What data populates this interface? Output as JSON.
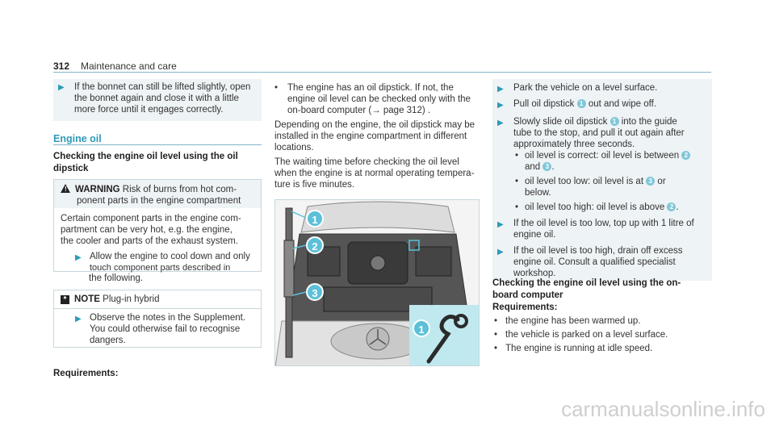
{
  "header": {
    "page_number": "312",
    "title": "Maintenance and care"
  },
  "col1": {
    "step_box_lines": [
      "If the bonnet can still be lifted slightly, open",
      "the bonnet again and close it with a little",
      "more force until it engages correctly."
    ],
    "section_title": "Engine oil",
    "subheading_lines": [
      "Checking the engine oil level using the oil",
      "dipstick"
    ],
    "warning": {
      "label": "WARNING",
      "title_lines": [
        "Risk of burns from hot com-",
        "ponent parts in the engine compartment"
      ],
      "body_lines": [
        "Certain component parts in the engine com-",
        "partment can be very hot, e.g. the engine,",
        "the cooler and parts of the exhaust system."
      ],
      "step_lines": [
        "Allow the engine to cool down and only",
        "touch component parts described in",
        "the following."
      ]
    },
    "note": {
      "label": "NOTE",
      "title": "Plug-in hybrid",
      "step_lines": [
        "Observe the notes in the Supplement.",
        "You could otherwise fail to recognise",
        "dangers."
      ]
    },
    "requirements_label": "Requirements:"
  },
  "col2": {
    "bullet_lines": [
      "The engine has an oil dipstick. If not, the",
      "engine oil level can be checked only with the",
      "on-board computer (→ page 312) ."
    ],
    "para1_lines": [
      "Depending on the engine, the oil dipstick may be",
      "installed in the engine compartment in different",
      "locations."
    ],
    "para2_lines": [
      "The waiting time before checking the oil level",
      "when the engine is at normal operating tempera-",
      "ture is five minutes."
    ],
    "image_labels": [
      "1",
      "2",
      "3",
      "1"
    ]
  },
  "col3": {
    "step1": "Park the vehicle on a level surface.",
    "step2": [
      "Pull oil dipstick",
      "1",
      "out and wipe off."
    ],
    "step3_lines": [
      "Slowly slide oil dipstick",
      "into the guide",
      "tube to the stop, and pull it out again after",
      "approximately three seconds."
    ],
    "step3_badge": "1",
    "sub_bullets": [
      {
        "text": "oil level is correct: oil level is between",
        "badge": "2",
        "cont": "and",
        "badge2": "3",
        "end": "."
      },
      {
        "text": "oil level too low: oil level is at",
        "badge": "3",
        "cont": "or",
        "cont2": "below."
      },
      {
        "text": "oil level too high: oil level is above",
        "badge": "2",
        "end": "."
      }
    ],
    "step4_lines": [
      "If the oil level is too low, top up with 1 litre of",
      "engine oil."
    ],
    "step5_lines": [
      "If the oil level is too high, drain off excess",
      "engine oil. Consult a qualified specialist",
      "workshop."
    ],
    "subheading_lines": [
      "Checking the engine oil level using the on-",
      "board computer"
    ],
    "requirements_label": "Requirements:",
    "req_bullets": [
      "the engine has been warmed up.",
      "the vehicle is parked on a level surface.",
      "The engine is running at idle speed."
    ]
  },
  "watermark": "carmanualsonline.info"
}
